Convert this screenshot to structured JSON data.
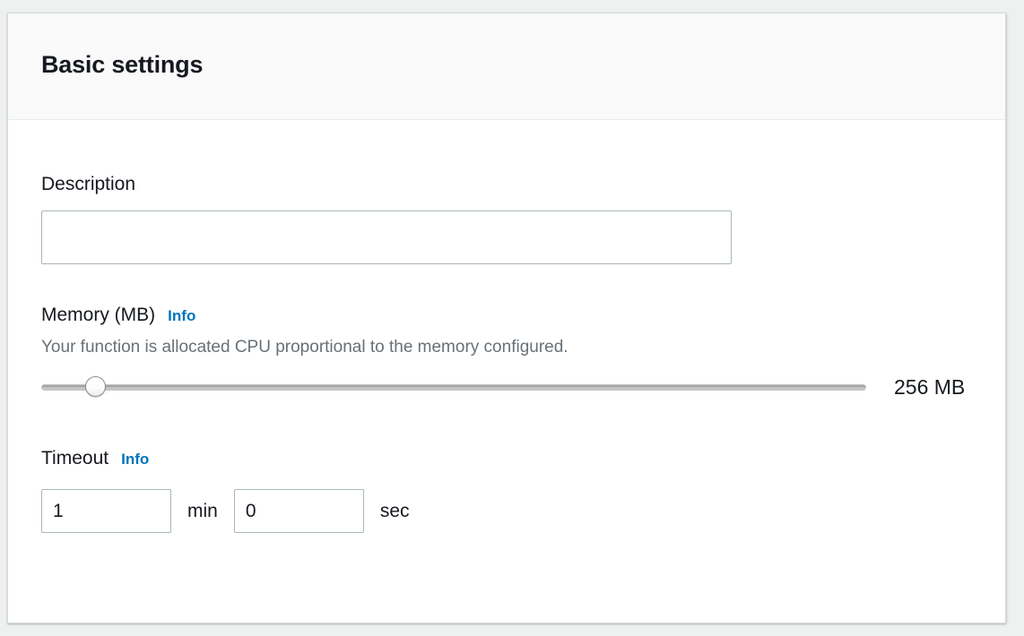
{
  "panel": {
    "title": "Basic settings"
  },
  "description": {
    "label": "Description",
    "value": "",
    "placeholder": ""
  },
  "memory": {
    "label": "Memory (MB)",
    "info_label": "Info",
    "hint": "Your function is allocated CPU proportional to the memory configured.",
    "value_display": "256 MB",
    "slider": {
      "value": 256,
      "min": 128,
      "max": 10240,
      "step": 1,
      "fill_percent": 5
    }
  },
  "timeout": {
    "label": "Timeout",
    "info_label": "Info",
    "minutes_value": "1",
    "minutes_unit": "min",
    "seconds_value": "0",
    "seconds_unit": "sec"
  },
  "colors": {
    "page_background": "#eff1f1",
    "panel_background": "#ffffff",
    "panel_header_background": "#fafafa",
    "panel_border": "#d5dbdb",
    "text_primary": "#16191f",
    "text_secondary": "#687078",
    "link_blue": "#0073bb",
    "input_border": "#aab7b8"
  }
}
